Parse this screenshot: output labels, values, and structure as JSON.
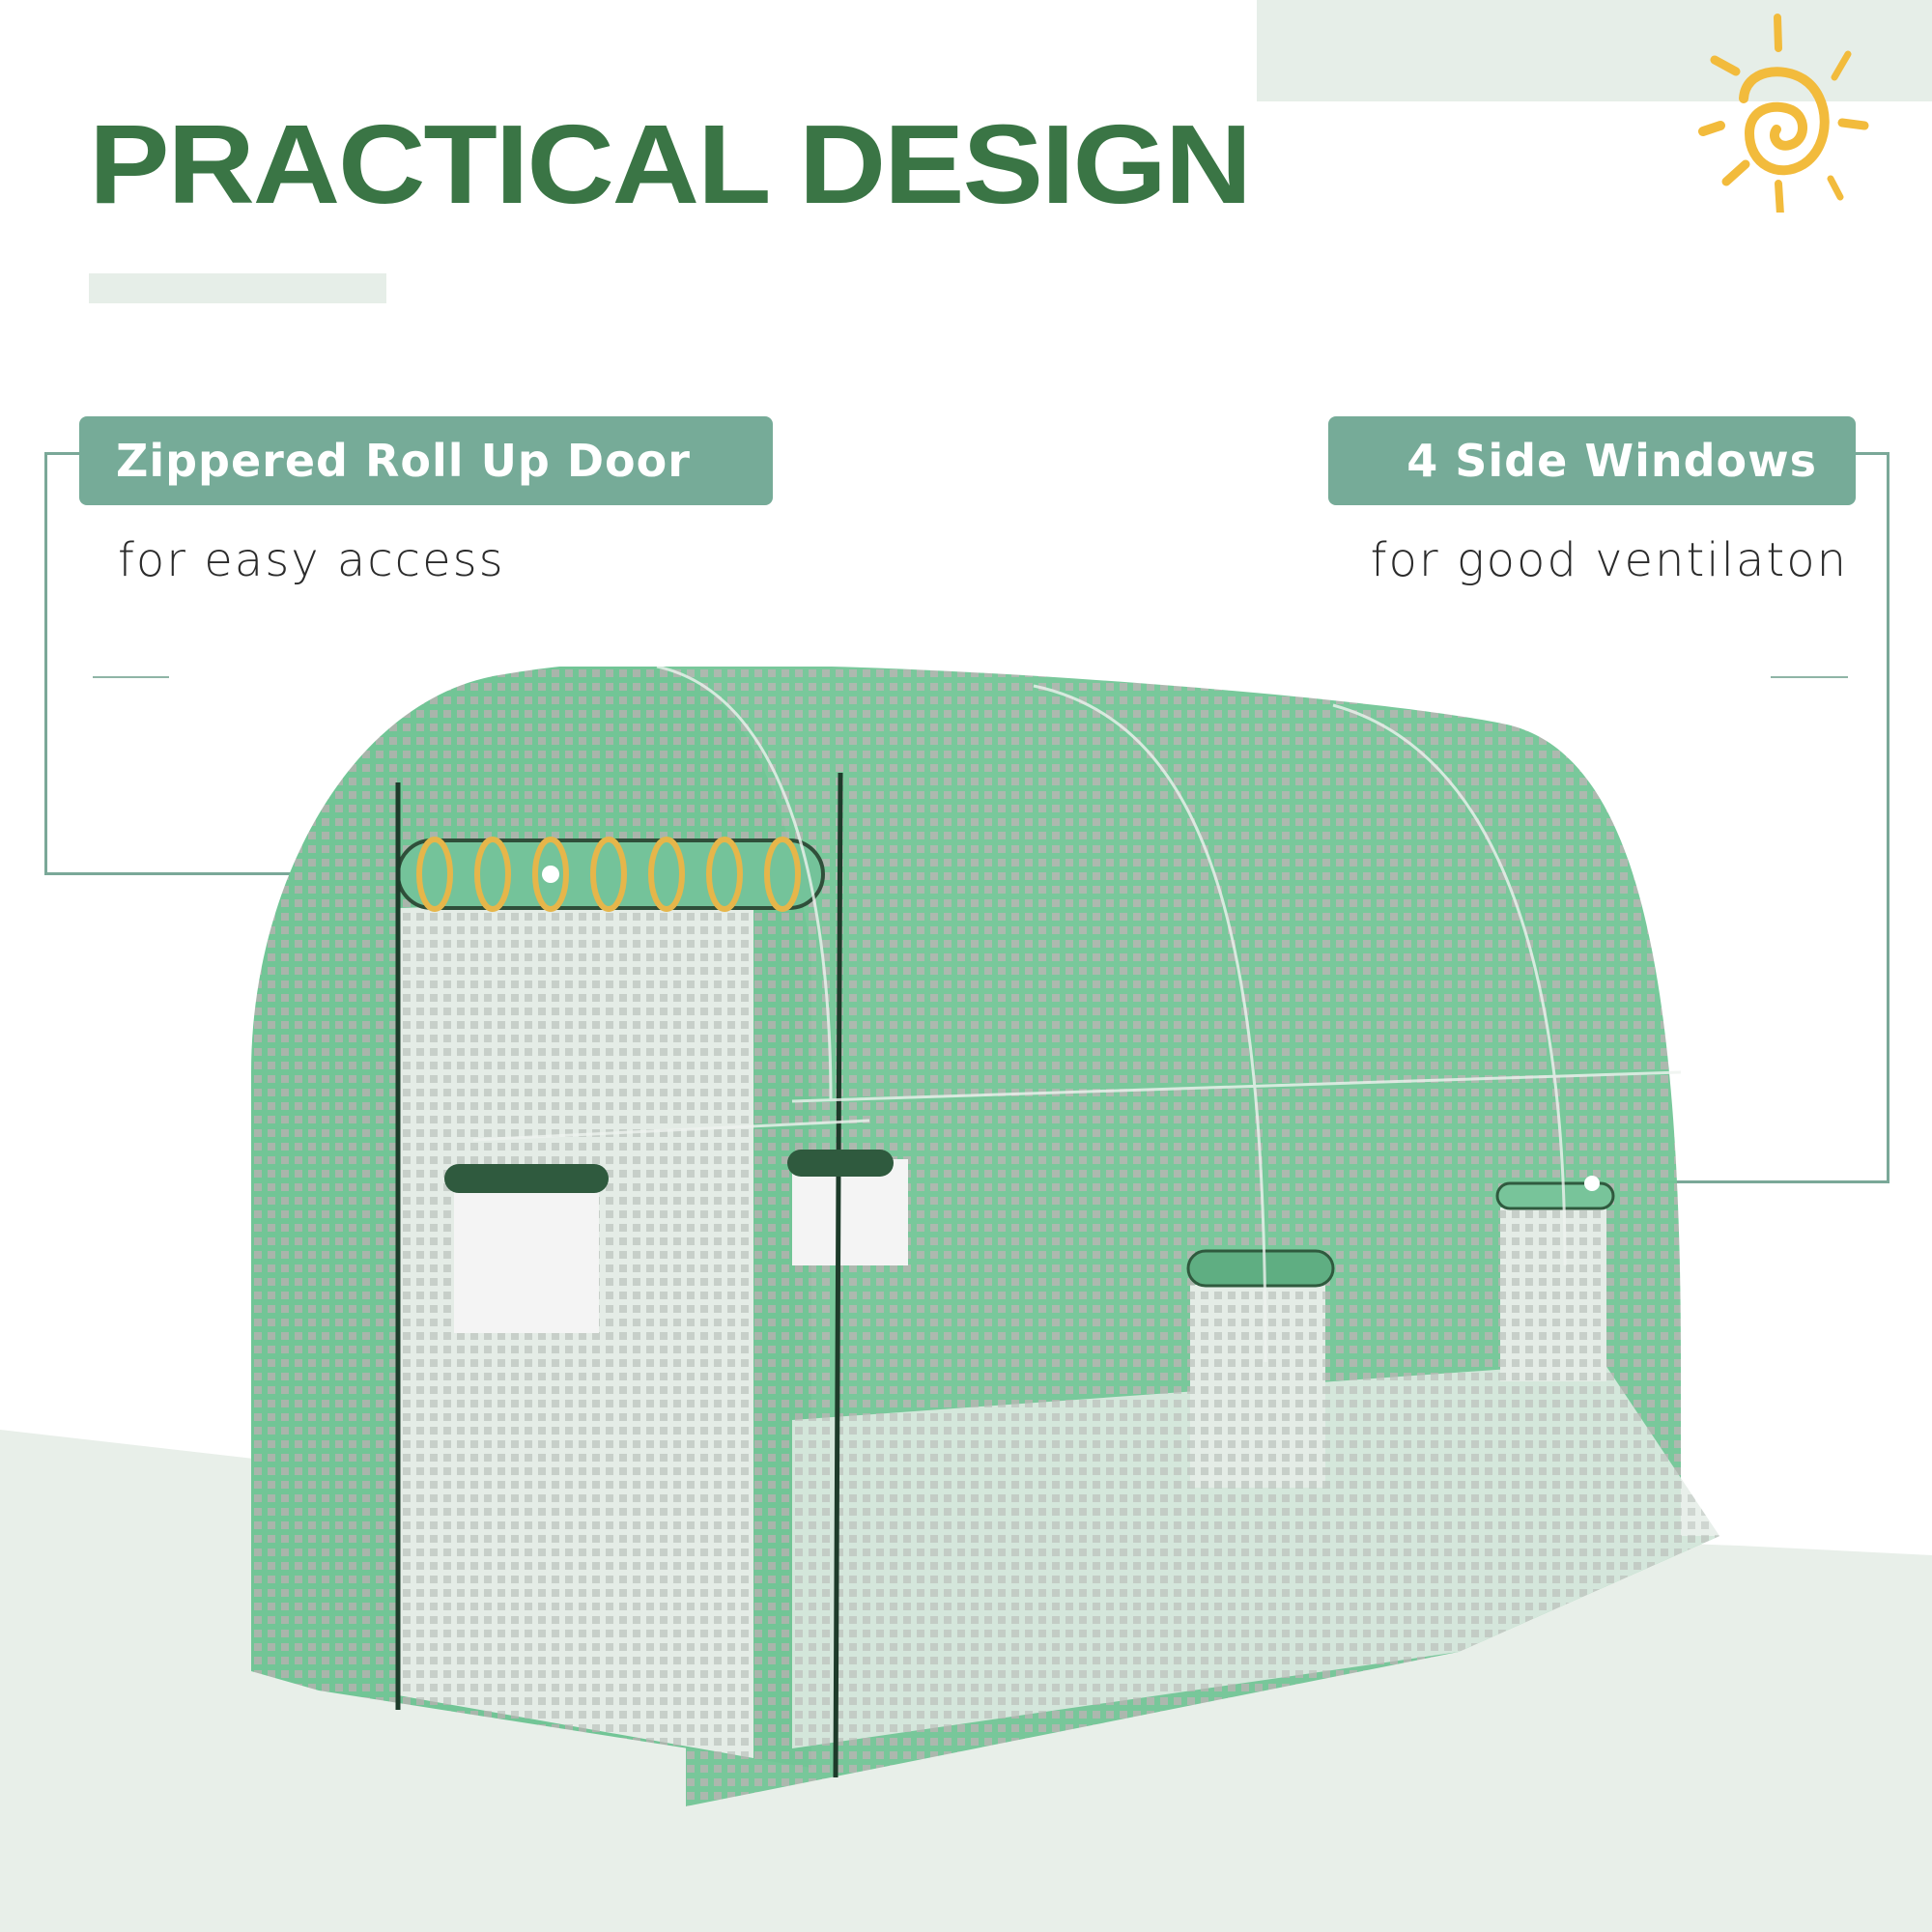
{
  "title": "PRACTICAL DESIGN",
  "features": [
    {
      "label": "Zippered Roll Up Door",
      "description": "for easy access"
    },
    {
      "label": "4 Side Windows",
      "description": "for good ventilaton"
    }
  ],
  "icons": {
    "sun": "sun-icon"
  },
  "colors": {
    "title": "#3a7545",
    "label_bg": "#76ab98",
    "label_text": "#ffffff",
    "accent_pale": "#e6eee8",
    "sun": "#f2bb3c",
    "greenhouse_cover": "#6fc493",
    "connector_line": "#7aa898"
  },
  "illustration": {
    "subject": "walk-in tunnel greenhouse with roll up door and side windows"
  }
}
